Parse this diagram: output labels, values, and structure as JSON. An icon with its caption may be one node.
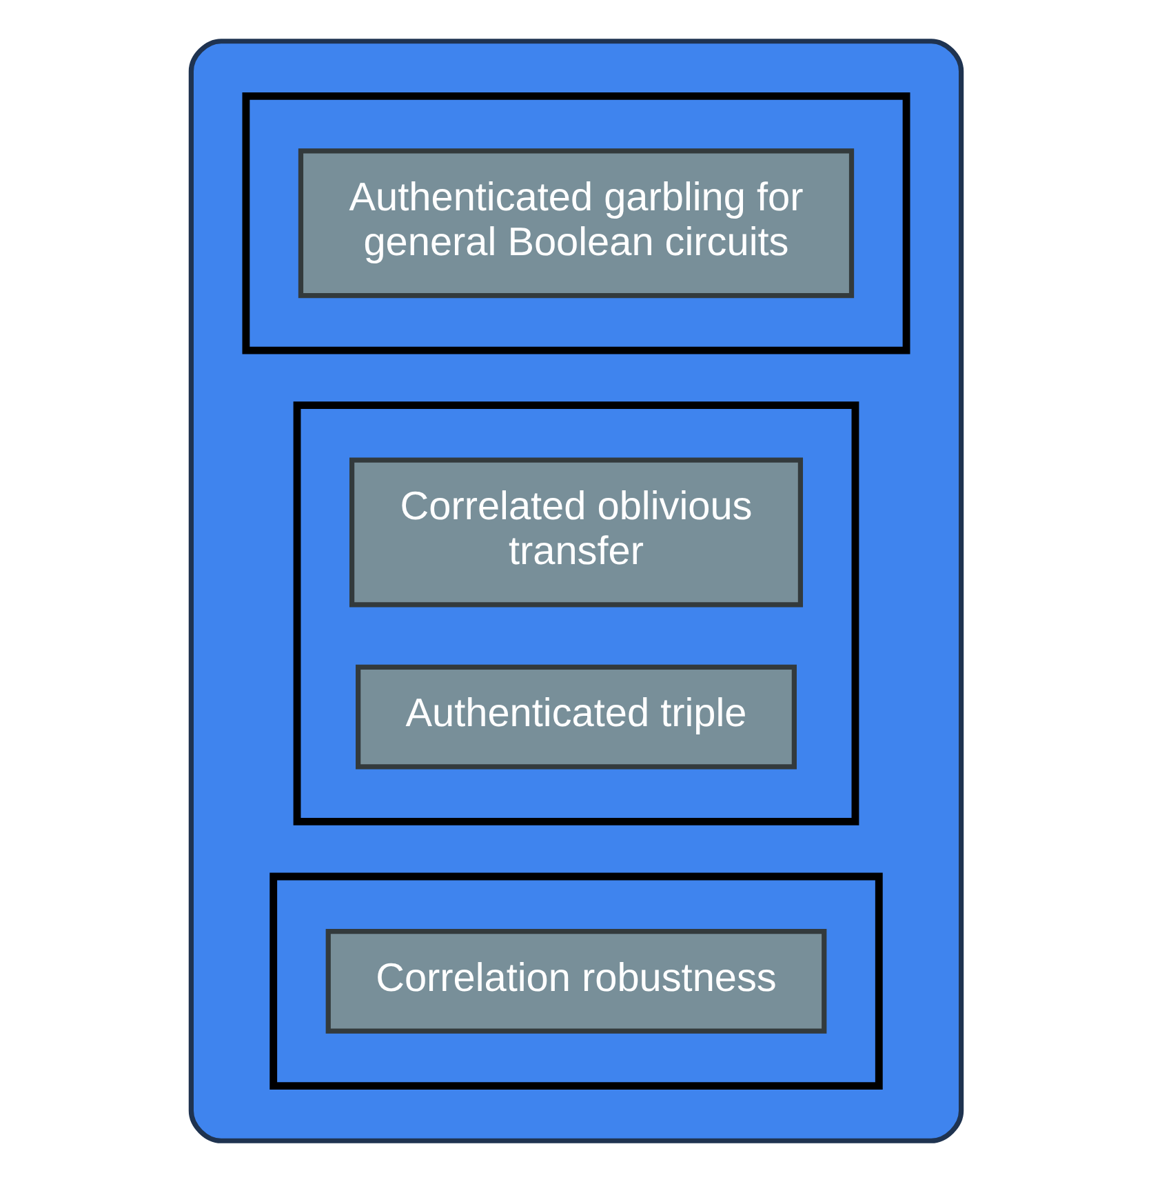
{
  "diagram": {
    "nodes": [
      {
        "text": [],
        "shape": "box"
      },
      {
        "text": [],
        "shape": "band",
        "in": 0
      },
      {
        "text": [
          "Authenticated garbling for general Boolean circuits"
        ],
        "in": 1
      },
      {
        "text": [],
        "shape": "band",
        "in": 0
      },
      {
        "text": [
          "Correlated oblivious transfer"
        ],
        "in": 3
      },
      {
        "text": [
          "Authenticated triple"
        ],
        "in": 3
      },
      {
        "text": [],
        "shape": "band",
        "in": 0
      },
      {
        "text": [
          "Correlation robustness"
        ],
        "in": 6
      }
    ]
  }
}
